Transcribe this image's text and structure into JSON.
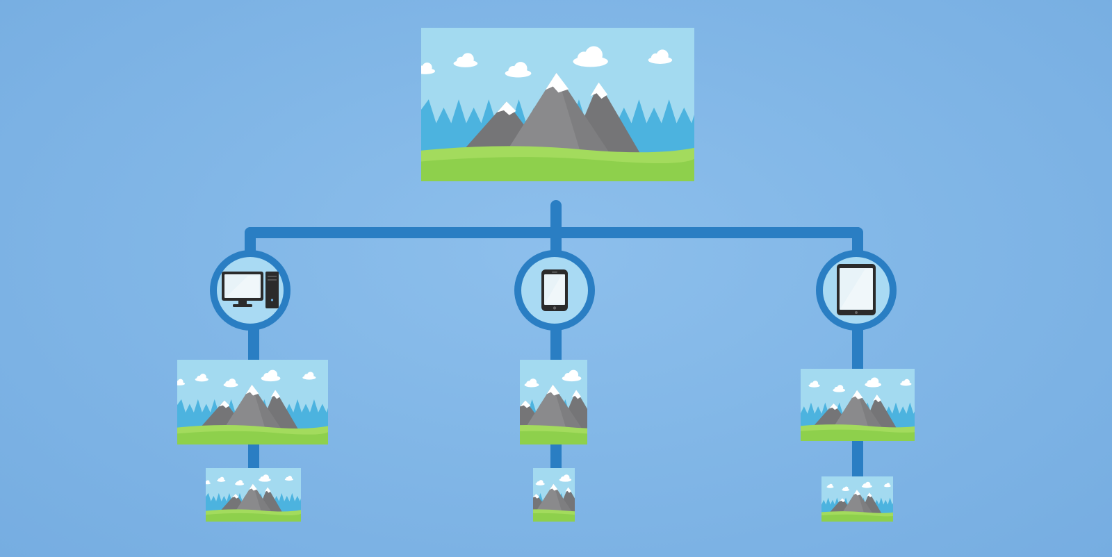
{
  "diagram": {
    "title": "",
    "root": {
      "kind": "image",
      "icon": "landscape-image-icon"
    },
    "branches": [
      {
        "device": "desktop",
        "icon": "desktop-computer-icon",
        "variants": [
          "landscape-image-icon",
          "landscape-image-icon"
        ]
      },
      {
        "device": "phone",
        "icon": "smartphone-icon",
        "variants": [
          "landscape-image-icon",
          "landscape-image-icon"
        ]
      },
      {
        "device": "tablet",
        "icon": "tablet-icon",
        "variants": [
          "landscape-image-icon",
          "landscape-image-icon"
        ]
      }
    ]
  },
  "colors": {
    "background": "#82b7e7",
    "connector": "#2a7ec3",
    "node_fill": "#a9daf3",
    "node_ring": "#2a7ec3",
    "sky": "#a3daf0",
    "back_hills": "#4cb3df",
    "mountain": "#8a8a8c",
    "mountain_shadow": "#757577",
    "snow": "#ffffff",
    "grass": "#8ed04c",
    "grass_light": "#a3db5d",
    "device_body": "#2b2b2b",
    "screen": "#e8f3f8"
  }
}
